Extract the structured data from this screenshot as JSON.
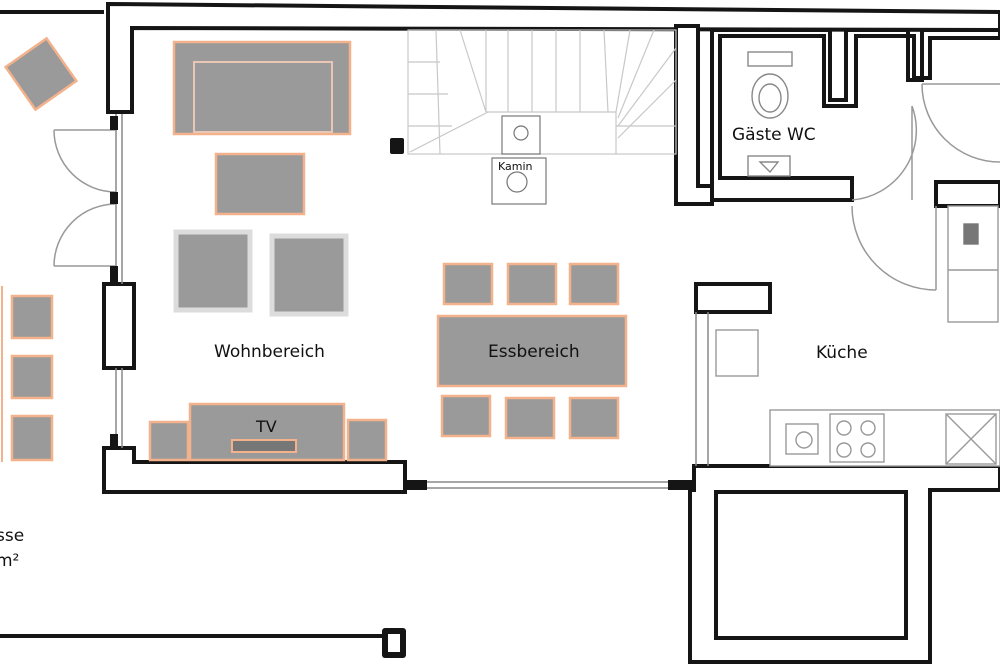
{
  "labels": {
    "wohnbereich": "Wohnbereich",
    "essbereich": "Essbereich",
    "kueche": "Küche",
    "gaeste_wc": "Gäste WC",
    "kamin": "Kamin",
    "tv": "TV",
    "terrasse_partial": "sse",
    "area_partial": "m²"
  },
  "colors": {
    "wall": "#151515",
    "furniture": "#9a9a9a",
    "furniture_edge": "#f4b28c",
    "fixture": "#777777"
  }
}
